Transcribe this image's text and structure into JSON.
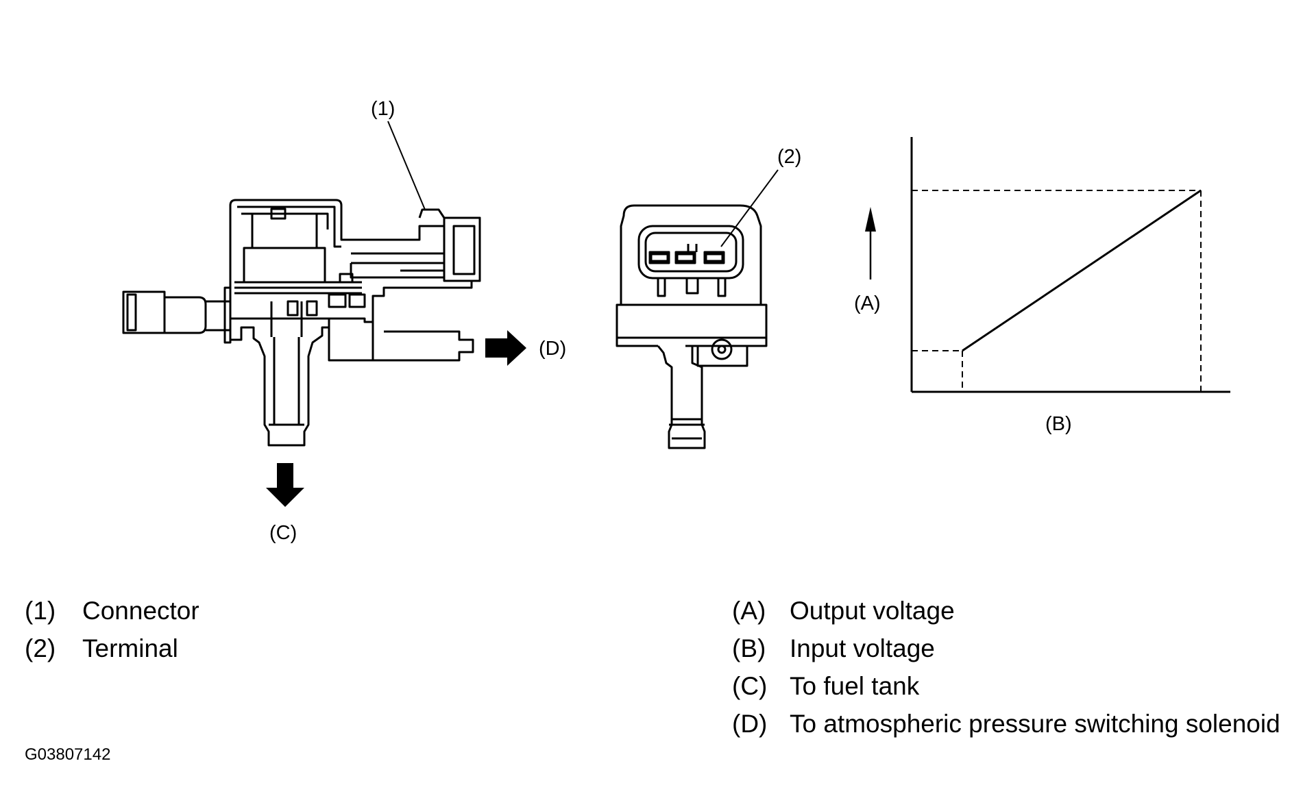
{
  "callouts": {
    "one": "(1)",
    "two": "(2)",
    "a": "(A)",
    "b": "(B)",
    "c": "(C)",
    "d": "(D)"
  },
  "legend_left": [
    {
      "key": "(1)",
      "text": "Connector"
    },
    {
      "key": "(2)",
      "text": "Terminal"
    }
  ],
  "legend_right": [
    {
      "key": "(A)",
      "text": "Output voltage"
    },
    {
      "key": "(B)",
      "text": "Input voltage"
    },
    {
      "key": "(C)",
      "text": "To fuel tank"
    },
    {
      "key": "(D)",
      "text": "To atmospheric pressure switching solenoid"
    }
  ],
  "figure_id": "G03807142"
}
